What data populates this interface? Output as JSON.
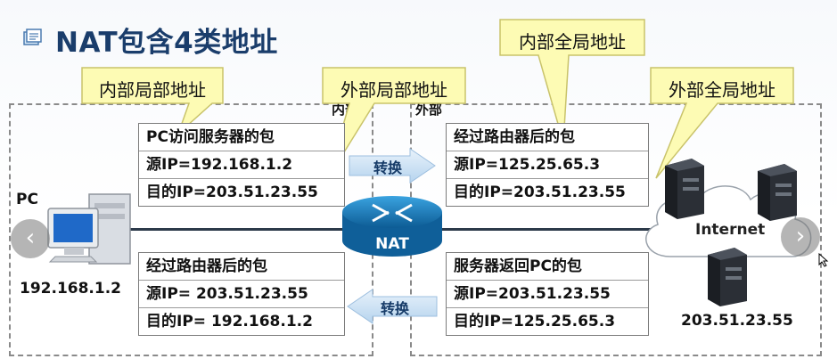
{
  "slide": {
    "title": "NAT包含4类地址",
    "title_icon": "slide-bullet-icon"
  },
  "regions": {
    "inside_label": "内部",
    "outside_label": "外部"
  },
  "callouts": {
    "inside_local": "内部局部地址",
    "outside_local": "外部局部地址",
    "inside_global": "内部全局地址",
    "outside_global": "外部全局地址"
  },
  "packets": {
    "top_left": {
      "title": "PC访问服务器的包",
      "src": "源IP=192.168.1.2",
      "dst": "目的IP=203.51.23.55"
    },
    "top_right": {
      "title": "经过路由器后的包",
      "src": "源IP=125.25.65.3",
      "dst": "目的IP=203.51.23.55"
    },
    "bottom_left": {
      "title": "经过路由器后的包",
      "src": "源IP= 203.51.23.55",
      "dst": "目的IP= 192.168.1.2"
    },
    "bottom_right": {
      "title": "服务器返回PC的包",
      "src": "源IP=203.51.23.55",
      "dst": "目的IP=125.25.65.3"
    }
  },
  "arrows": {
    "top_label": "转换",
    "bottom_label": "转换"
  },
  "router": {
    "label": "NAT"
  },
  "hosts": {
    "pc_label": "PC",
    "pc_ip": "192.168.1.2",
    "cloud_label": "Internet",
    "server_ip": "203.51.23.55"
  },
  "nav": {
    "prev": "‹",
    "next": "›"
  },
  "colors": {
    "title": "#1a3d6b",
    "callout_fill": "#fdfbb4",
    "arrow_fill": "#cfe3f6",
    "router": "#1e86c8"
  }
}
